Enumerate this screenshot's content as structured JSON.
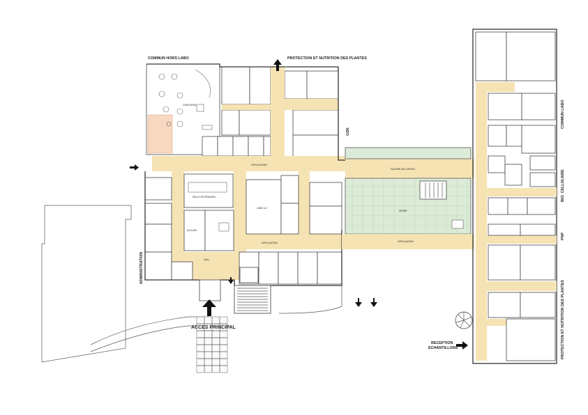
{
  "zones": {
    "commun_hors_labo": "COMMUN HORS LABO",
    "protection_nutrition_top": "PROTECTION ET NUTRITION DES PLANTES",
    "commun_labo": "COMMUN LABO",
    "bio_cellulaire": "BIO. CELLULAIRE",
    "pnp": "PNP",
    "protection_nutrition_right": "PROTECTION ET NUTRITION DES PLANTES",
    "administration": "ADMINISTRATION",
    "gsn": "GSN"
  },
  "entrances": {
    "acces_principal": "ACCES PRINCIPAL",
    "reception_line1": "RECEPTION",
    "reception_line2": "ECHANTILLONS"
  },
  "corridors": {
    "circulation_main": "CIRCULATION",
    "circulation_lower": "CIRCULATION",
    "circulation_east": "CIRCULATION",
    "galerie": "GALERIE DE LIAISON"
  },
  "rooms": {
    "labo_central": "LABO A.3",
    "serre": "SERRE",
    "cafeteria": "CAFETERIA",
    "accueil": "ACCUEIL",
    "salle_reunion": "SALLE DE REUNION",
    "hall": "HALL"
  }
}
